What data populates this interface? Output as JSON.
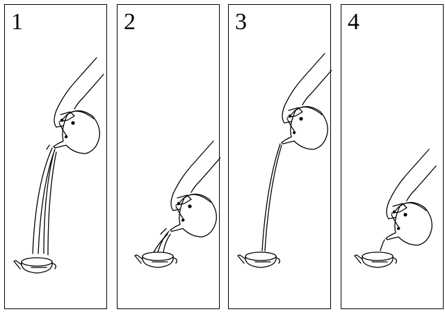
{
  "panels": [
    {
      "step": "1",
      "stream": "long-thick"
    },
    {
      "step": "2",
      "stream": "short-splash"
    },
    {
      "step": "3",
      "stream": "long-thin"
    },
    {
      "step": "4",
      "stream": "short-close"
    }
  ]
}
